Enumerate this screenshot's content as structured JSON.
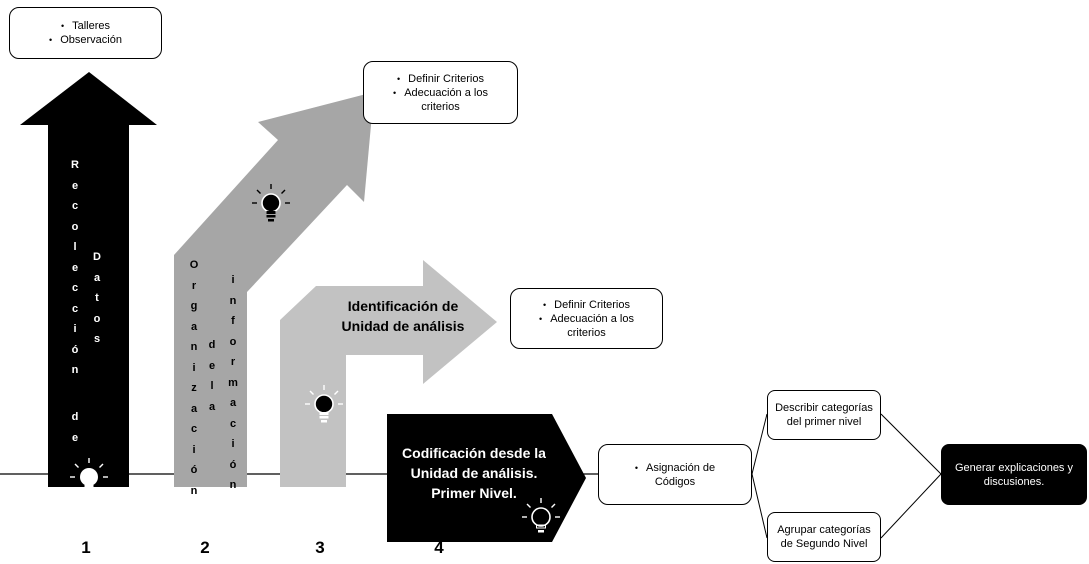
{
  "steps": [
    {
      "number": "1",
      "label_words": [
        "Recolección",
        "de",
        "Datos"
      ]
    },
    {
      "number": "2",
      "label_words": [
        "Organización",
        "de la",
        "información"
      ]
    },
    {
      "number": "3",
      "label": "Identificación de Unidad de análisis"
    },
    {
      "number": "4",
      "label": "Codificación desde la Unidad de análisis. Primer Nivel."
    }
  ],
  "boxes": {
    "step1": [
      "Talleres",
      "Observación"
    ],
    "step2": [
      "Definir Criterios",
      "Adecuación a los criterios"
    ],
    "step3": [
      "Definir Criterios",
      "Adecuación a los criterios"
    ],
    "coding": [
      "Asignación de Códigos"
    ],
    "first_level": "Describir categorías del primer nivel",
    "second_level": "Agrupar categorías de Segundo Nivel",
    "result": "Generar explicaciones y discusiones."
  },
  "colors": {
    "black": "#000000",
    "gray_dark": "#a6a6a6",
    "gray_mid": "#b3b3b3",
    "gray_light": "#c2c2c2",
    "white": "#ffffff"
  },
  "icons": [
    "lightbulb-icon"
  ]
}
